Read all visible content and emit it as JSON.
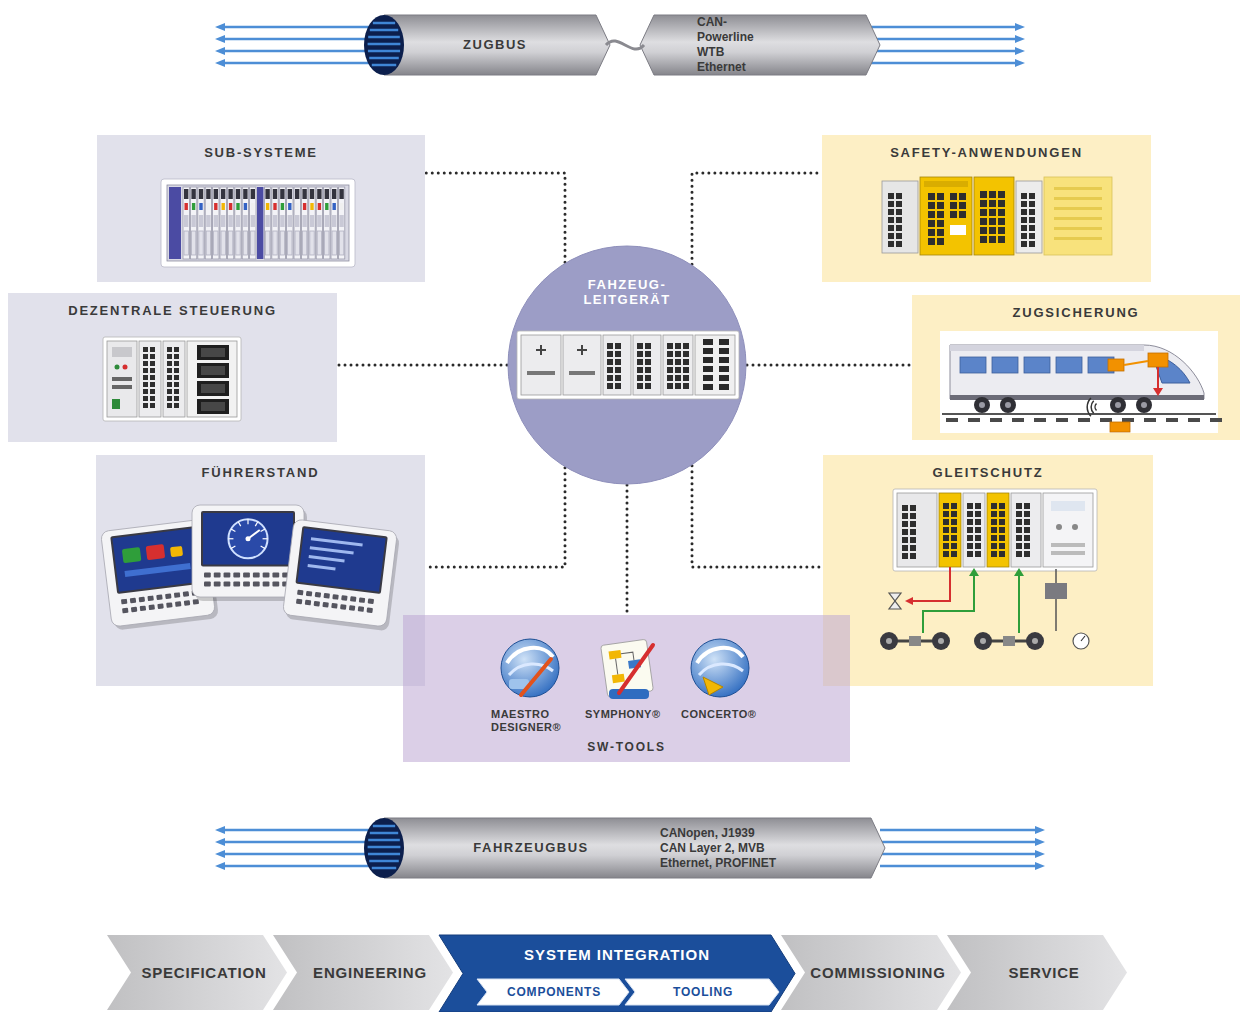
{
  "diagram": {
    "nodes": [
      {
        "text": [
          "ZUGBUS",
          "CAN-Powerline WTB Ethernet"
        ]
      },
      {
        "text": [
          "SUB-SYSTEME"
        ]
      },
      {
        "text": [
          "SAFETY-ANWENDUNGEN"
        ]
      },
      {
        "text": [
          "FAHZEUG- LEITGERÄT"
        ]
      },
      {
        "text": [
          "DEZENTRALE STEUERUNG"
        ]
      },
      {
        "text": [
          "ZUGSICHERUNG"
        ]
      },
      {
        "text": [
          "FÜHRERSTAND"
        ]
      },
      {
        "text": [
          "GLEITSCHUTZ"
        ]
      },
      {
        "text": [
          "MAESTRO DESIGNER®",
          "SYMPHONY®",
          "CONCERTO®",
          "SW-TOOLS"
        ]
      },
      {
        "text": [
          "FAHRZEUGBUS",
          "CANopen, J1939 CAN Layer 2, MVB Ethernet, PROFINET"
        ]
      },
      {
        "text": [
          "SPECIFICATION"
        ]
      },
      {
        "text": [
          "ENGINEERING"
        ]
      },
      {
        "text": [
          "SYSTEM INTEGRATION"
        ]
      },
      {
        "text": [
          "COMPONENTS"
        ],
        "in": 12
      },
      {
        "text": [
          "TOOLING"
        ],
        "in": 12
      },
      {
        "text": [
          "COMMISSIONING"
        ]
      },
      {
        "text": [
          "SERVICE"
        ]
      }
    ],
    "edges": [
      {
        "from": 3,
        "to": 1,
        "arrow": "none"
      },
      {
        "from": 3,
        "to": 2,
        "arrow": "none"
      },
      {
        "from": 3,
        "to": 4,
        "arrow": "none"
      },
      {
        "from": 3,
        "to": 5,
        "arrow": "none"
      },
      {
        "from": 3,
        "to": 6,
        "arrow": "none"
      },
      {
        "from": 3,
        "to": 7,
        "arrow": "none"
      },
      {
        "from": 3,
        "to": 8,
        "arrow": "none"
      }
    ]
  }
}
